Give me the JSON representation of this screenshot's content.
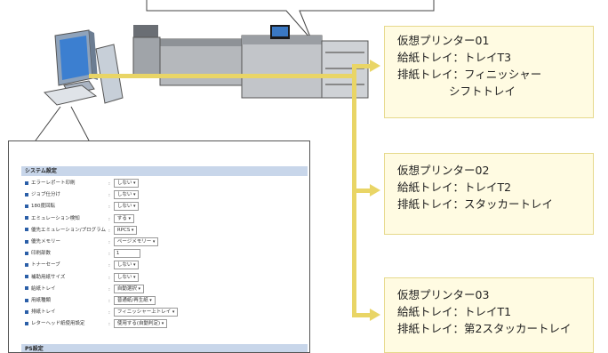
{
  "virtual_printers": [
    {
      "lines": [
        "仮想プリンター01",
        "給紙トレイ：トレイT3",
        "排紙トレイ：フィニッシャー",
        "シフトトレイ"
      ]
    },
    {
      "lines": [
        "仮想プリンター02",
        "給紙トレイ：トレイT2",
        "排紙トレイ：スタッカートレイ"
      ]
    },
    {
      "lines": [
        "仮想プリンター03",
        "給紙トレイ：トレイT1",
        "排紙トレイ：第2スタッカートレイ"
      ]
    }
  ],
  "settings": {
    "section_title": "システム設定",
    "rows": [
      {
        "label": "エラーレポート印刷",
        "value": "しない"
      },
      {
        "label": "ジョブ仕分け",
        "value": "しない"
      },
      {
        "label": "180度回転",
        "value": "しない"
      },
      {
        "label": "エミュレーション検知",
        "value": "する"
      },
      {
        "label": "優先エミュレーション/プログラム",
        "value": "RPCS"
      },
      {
        "label": "優先メモリー",
        "value": "ページメモリー"
      },
      {
        "label": "印刷部数",
        "value": "1"
      },
      {
        "label": "トナーセーブ",
        "value": "しない"
      },
      {
        "label": "補助用紙サイズ",
        "value": "しない"
      },
      {
        "label": "給紙トレイ",
        "value": "自動選択"
      },
      {
        "label": "用紙種類",
        "value": "普通紙/再生紙"
      },
      {
        "label": "排紙トレイ",
        "value": "フィニッシャー上トレイ"
      },
      {
        "label": "レターヘッド紙使用設定",
        "value": "使用する(自動判定)"
      }
    ],
    "footer_section_title": "PS設定"
  },
  "colors": {
    "connector": "#e9d566",
    "box_fill": "#fffbe2",
    "section_bar": "#c8d6ea"
  }
}
